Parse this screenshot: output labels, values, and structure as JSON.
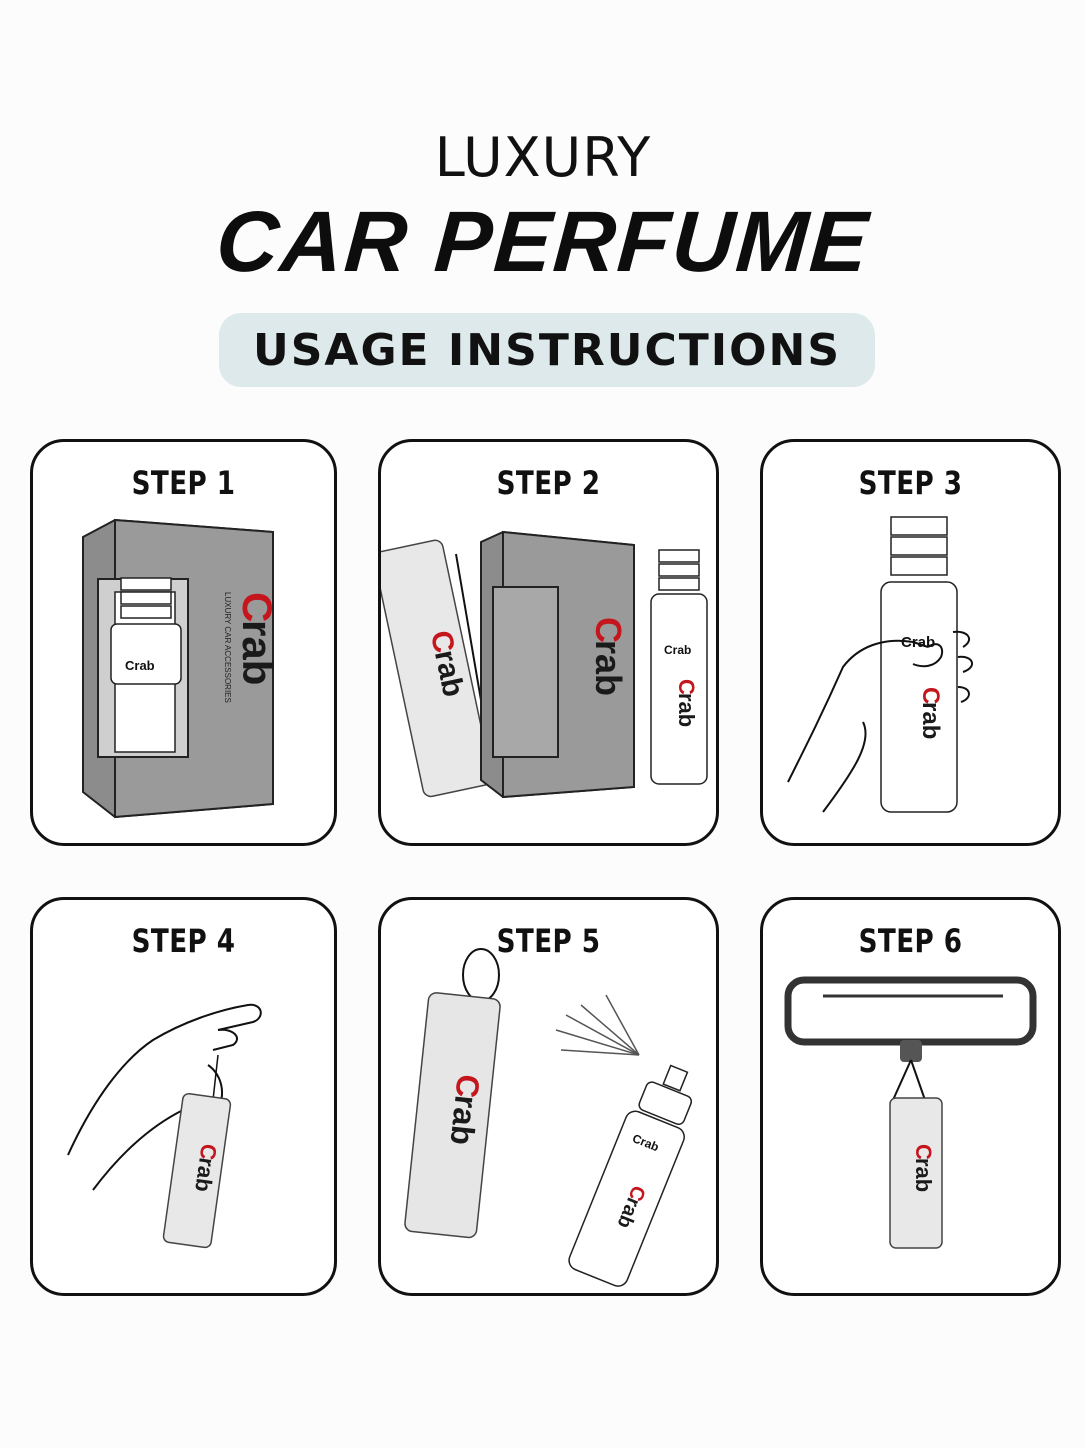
{
  "header": {
    "title_line1": "LUXURY",
    "title_line2": "CAR PERFUME",
    "badge": "USAGE INSTRUCTIONS"
  },
  "brand": {
    "logo_text": "Crab",
    "tagline": "LUXURY CAR ACCESSORIES",
    "logo_color": "#c4161c"
  },
  "steps": [
    {
      "label": "STEP 1"
    },
    {
      "label": "STEP 2"
    },
    {
      "label": "STEP 3"
    },
    {
      "label": "STEP 4"
    },
    {
      "label": "STEP 5"
    },
    {
      "label": "STEP 6"
    }
  ],
  "colors": {
    "badge_bg": "#dde9ea",
    "box_gray": "#8a8a8a",
    "card_border": "#111111"
  }
}
